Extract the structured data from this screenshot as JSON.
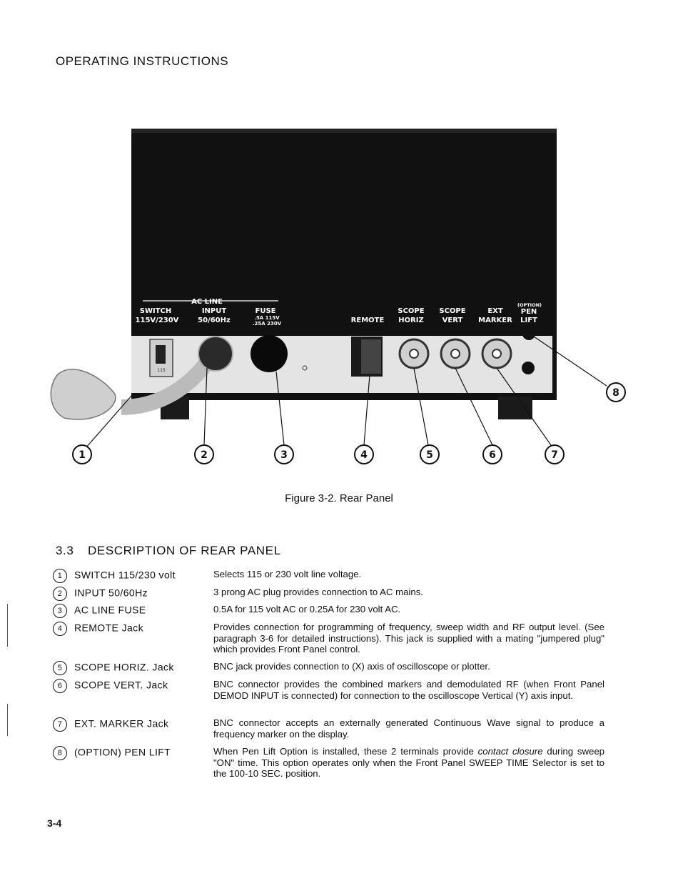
{
  "header": {
    "title": "OPERATING INSTRUCTIONS"
  },
  "figure": {
    "panel_labels": {
      "ac_line": "AC LINE",
      "switch": "SWITCH",
      "switch_values": "115V/230V",
      "input": "INPUT",
      "input_values": "50/60Hz",
      "fuse": "FUSE",
      "fuse_rating_1": ".5A 115V",
      "fuse_rating_2": ".25A 230V",
      "remote": "REMOTE",
      "scope_horiz_1": "SCOPE",
      "scope_horiz_2": "HORIZ",
      "scope_vert_1": "SCOPE",
      "scope_vert_2": "VERT",
      "ext_marker_1": "EXT",
      "ext_marker_2": "MARKER",
      "option": "(OPTION)",
      "pen_lift_1": "PEN",
      "pen_lift_2": "LIFT",
      "switch_mark": "115"
    },
    "callouts": [
      "1",
      "2",
      "3",
      "4",
      "5",
      "6",
      "7",
      "8"
    ],
    "caption": "Figure 3-2. Rear Panel"
  },
  "section": {
    "number": "3.3",
    "title": "DESCRIPTION OF REAR PANEL"
  },
  "items": [
    {
      "num": "1",
      "label": "SWITCH 115/230 volt",
      "description": "Selects 115 or 230 volt line voltage."
    },
    {
      "num": "2",
      "label": "INPUT 50/60Hz",
      "description": "3 prong AC plug provides connection to AC mains."
    },
    {
      "num": "3",
      "label": "AC LINE FUSE",
      "description": "0.5A for 115 volt AC or 0.25A for 230 volt AC."
    },
    {
      "num": "4",
      "label": "REMOTE Jack",
      "description": "Provides connection for programming of frequency, sweep width and RF output level. (See paragraph 3-6 for detailed instructions). This jack is supplied with a mating \"jumpered plug\" which provides Front Panel control."
    },
    {
      "num": "5",
      "label": "SCOPE HORIZ. Jack",
      "description": "BNC jack provides connection to (X) axis of oscilloscope or plotter."
    },
    {
      "num": "6",
      "label": "SCOPE VERT. Jack",
      "description": "BNC connector provides the combined markers and demodulated RF (when Front Panel DEMOD INPUT is connected) for connection to the oscilloscope Vertical (Y) axis input."
    },
    {
      "num": "7",
      "label": "EXT. MARKER Jack",
      "description": "BNC connector accepts an externally generated Continuous Wave signal to produce a frequency marker on the display."
    },
    {
      "num": "8",
      "label": "(OPTION) PEN LIFT",
      "description_before": "When Pen Lift Option is installed, these 2 terminals provide ",
      "description_emph": "contact closure",
      "description_after": " during sweep \"ON\" time. This option operates only when the Front Panel SWEEP TIME Selector is set to the 100-10 SEC. position."
    }
  ],
  "footer": {
    "page_number": "3-4"
  }
}
